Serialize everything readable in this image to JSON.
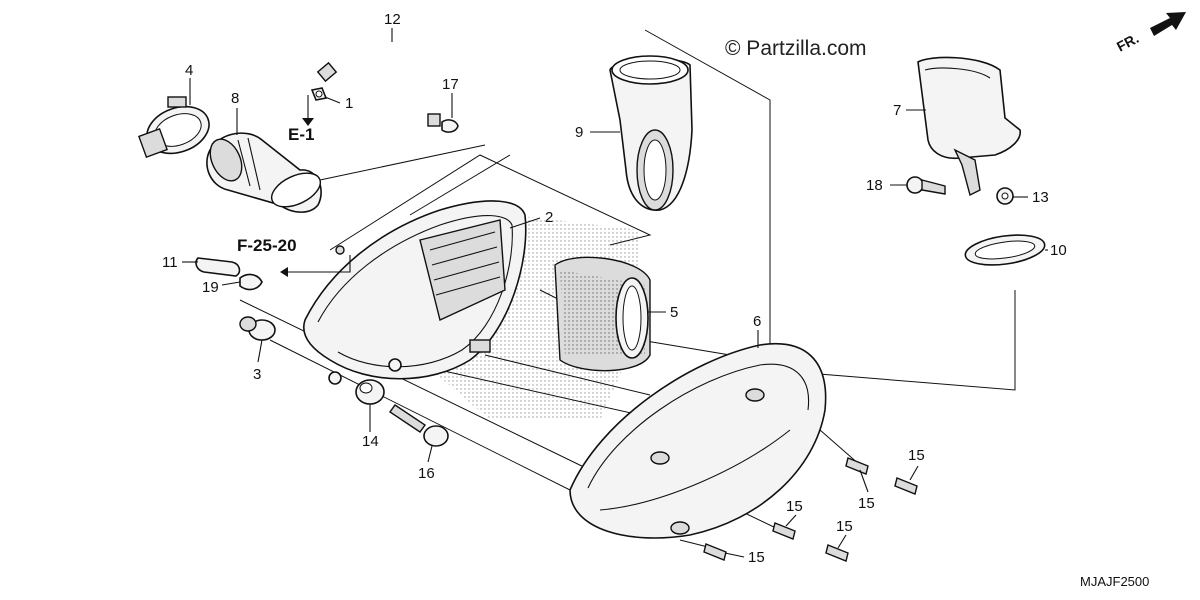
{
  "watermark": "© Partzilla.com",
  "diagram_code": "MJAJF2500",
  "direction_label": "FR.",
  "references": {
    "e1": "E-1",
    "f2520": "F-25-20"
  },
  "callouts": {
    "c1": "1",
    "c2": "2",
    "c3": "3",
    "c4": "4",
    "c5": "5",
    "c6": "6",
    "c7": "7",
    "c8": "8",
    "c9": "9",
    "c10": "10",
    "c11": "11",
    "c12": "12",
    "c13": "13",
    "c14": "14",
    "c16": "16",
    "c17": "17",
    "c18": "18",
    "c19": "19",
    "c15a": "15",
    "c15b": "15",
    "c15c": "15",
    "c15d": "15",
    "c15e": "15"
  }
}
